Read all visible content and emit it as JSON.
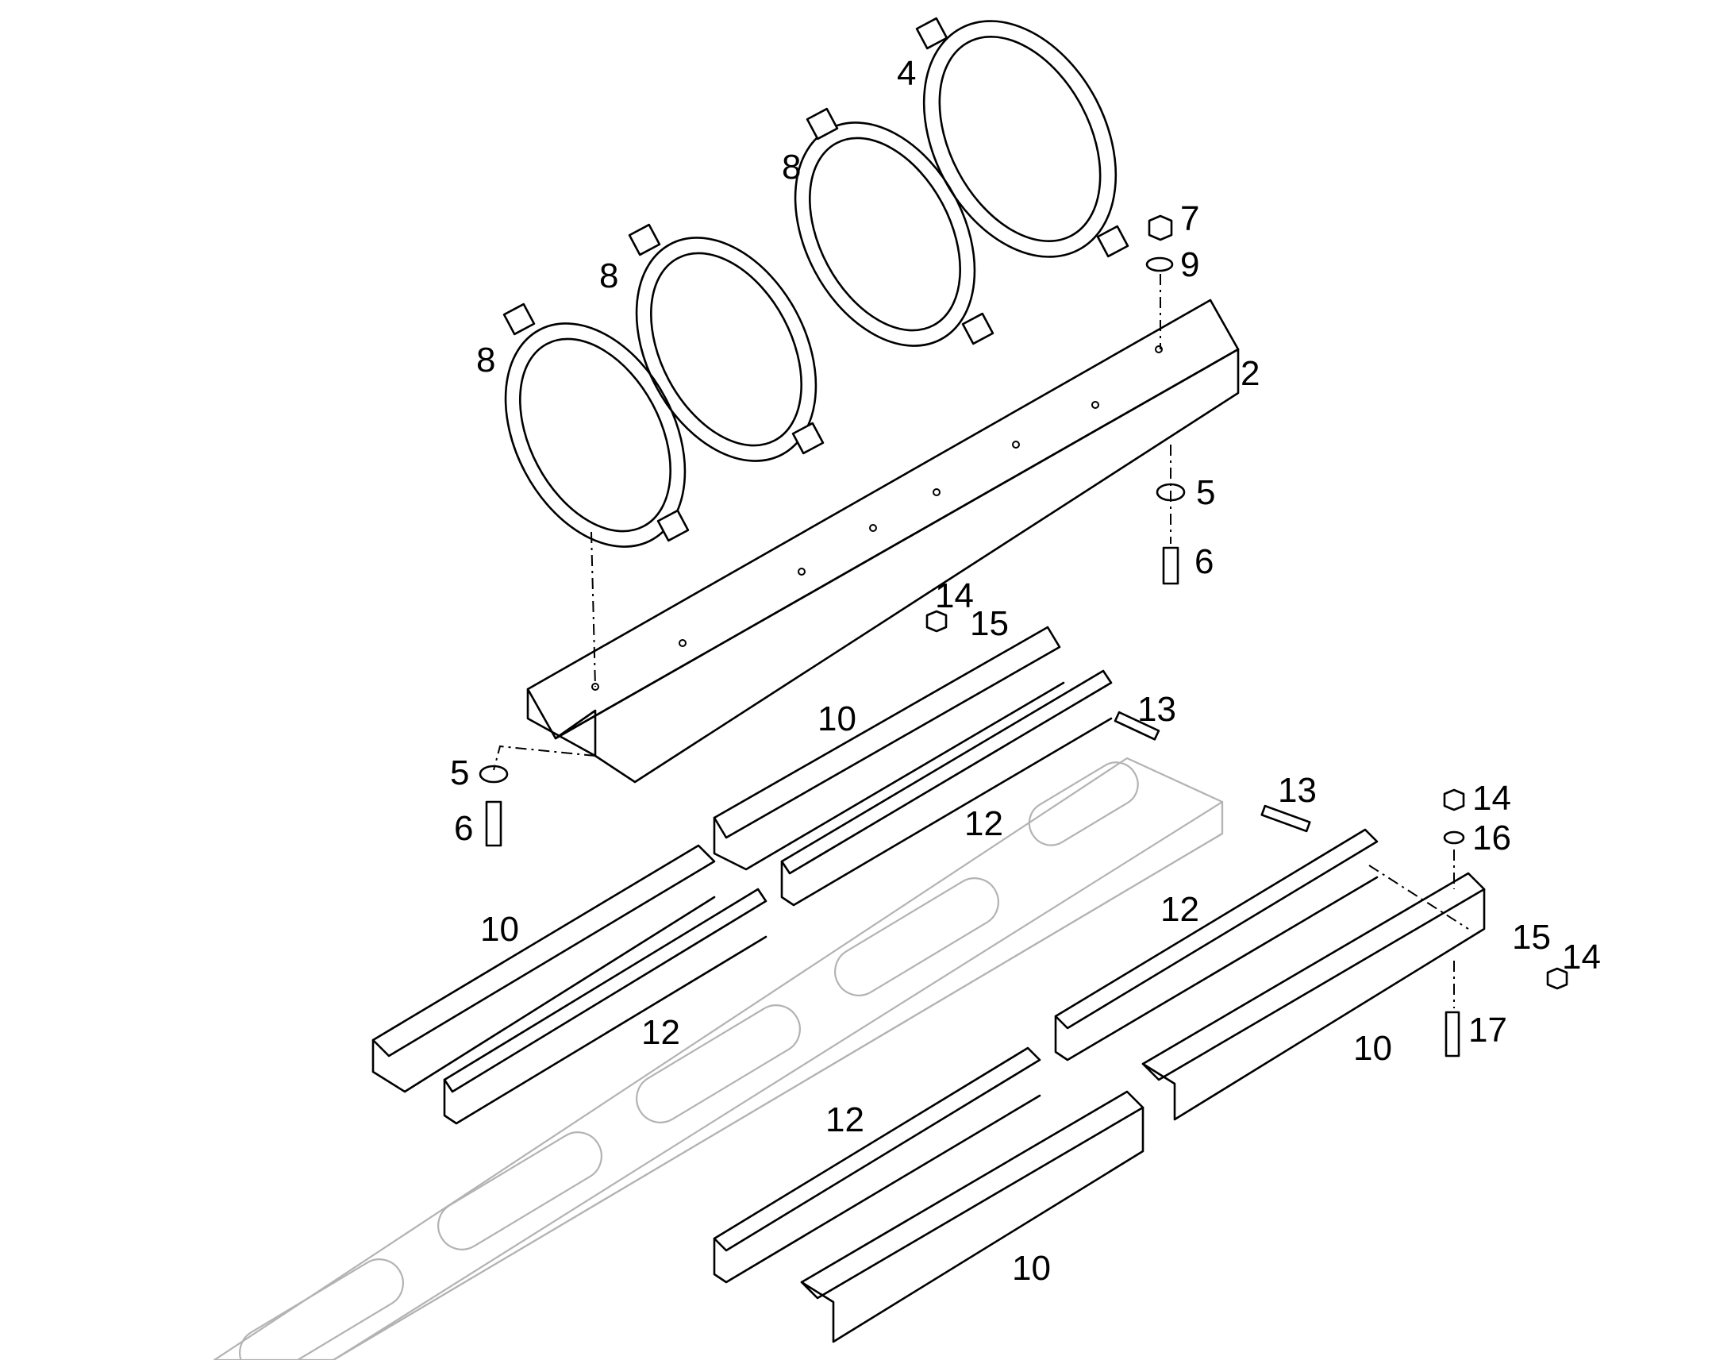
{
  "callouts": [
    {
      "id": "c4",
      "text": "4"
    },
    {
      "id": "c8a",
      "text": "8"
    },
    {
      "id": "c8b",
      "text": "8"
    },
    {
      "id": "c8c",
      "text": "8"
    },
    {
      "id": "c7",
      "text": "7"
    },
    {
      "id": "c9",
      "text": "9"
    },
    {
      "id": "c2",
      "text": "2"
    },
    {
      "id": "c5a",
      "text": "5"
    },
    {
      "id": "c6a",
      "text": "6"
    },
    {
      "id": "c14a",
      "text": "14"
    },
    {
      "id": "c15a",
      "text": "15"
    },
    {
      "id": "c13a",
      "text": "13"
    },
    {
      "id": "c10a",
      "text": "10"
    },
    {
      "id": "c12a",
      "text": "12"
    },
    {
      "id": "c5b",
      "text": "5"
    },
    {
      "id": "c6b",
      "text": "6"
    },
    {
      "id": "c13b",
      "text": "13"
    },
    {
      "id": "c14b",
      "text": "14"
    },
    {
      "id": "c16",
      "text": "16"
    },
    {
      "id": "c10b",
      "text": "10"
    },
    {
      "id": "c12b",
      "text": "12"
    },
    {
      "id": "c12c",
      "text": "12"
    },
    {
      "id": "c15b",
      "text": "15"
    },
    {
      "id": "c14c",
      "text": "14"
    },
    {
      "id": "c17",
      "text": "17"
    },
    {
      "id": "c10c",
      "text": "10"
    },
    {
      "id": "c12d",
      "text": "12"
    },
    {
      "id": "c10d",
      "text": "10"
    }
  ],
  "colors": {
    "line": "#000000",
    "ghost_frame": "#b3b3b3",
    "background": "#ffffff"
  }
}
